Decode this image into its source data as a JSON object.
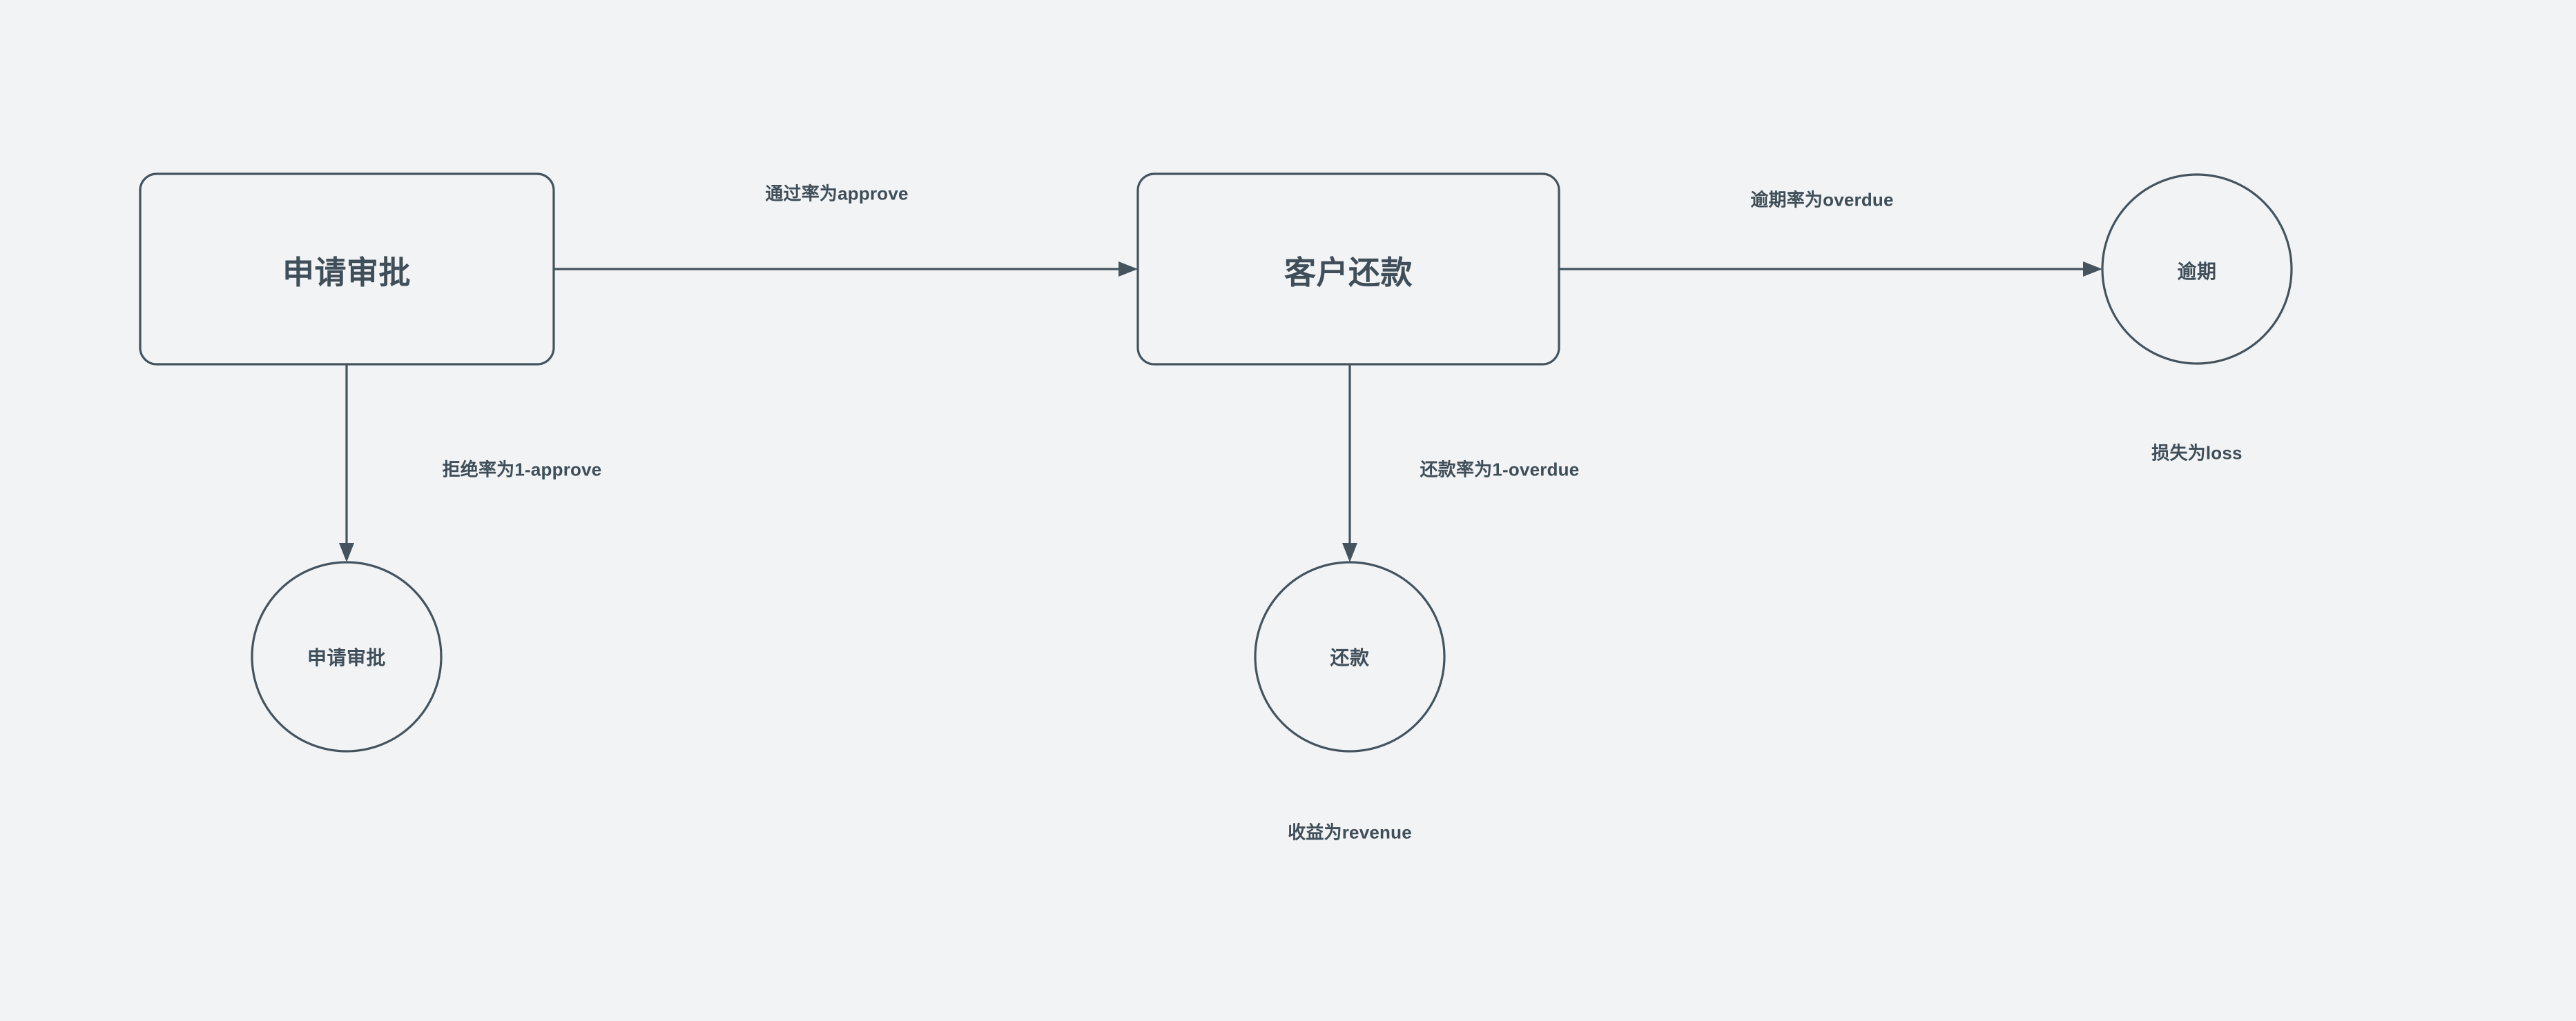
{
  "diagram": {
    "background_color": "#f1f3f5",
    "stroke_color": "#44535d",
    "text_color": "#3f4e58",
    "nodes": [
      {
        "id": "apply_review",
        "shape": "rounded-rect",
        "label": "申请审批"
      },
      {
        "id": "customer_repay",
        "shape": "rounded-rect",
        "label": "客户还款"
      },
      {
        "id": "overdue",
        "shape": "circle",
        "label": "逾期"
      },
      {
        "id": "rejected",
        "shape": "circle",
        "label": "申请审批"
      },
      {
        "id": "repaid",
        "shape": "circle",
        "label": "还款"
      }
    ],
    "edges": [
      {
        "id": "approve",
        "from": "apply_review",
        "to": "customer_repay",
        "label": "通过率为approve"
      },
      {
        "id": "reject",
        "from": "apply_review",
        "to": "rejected",
        "label": "拒绝率为1-approve"
      },
      {
        "id": "overdue",
        "from": "customer_repay",
        "to": "overdue",
        "label": "逾期率为overdue"
      },
      {
        "id": "repay",
        "from": "customer_repay",
        "to": "repaid",
        "label": "还款率为1-overdue"
      }
    ],
    "captions": [
      {
        "id": "loss_caption",
        "for": "overdue",
        "label": "损失为loss"
      },
      {
        "id": "revenue_caption",
        "for": "repaid",
        "label": "收益为revenue"
      }
    ]
  }
}
